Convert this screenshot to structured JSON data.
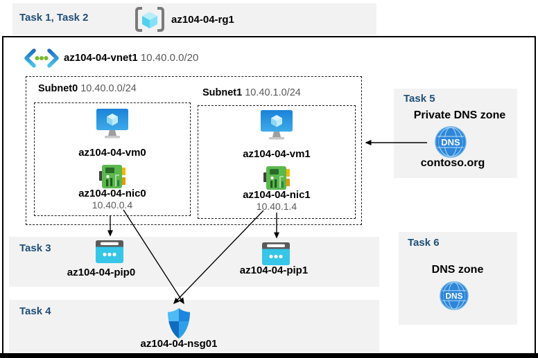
{
  "labels": {
    "task12": "Task 1, Task 2",
    "task3": "Task 3",
    "task4": "Task 4",
    "task5": "Task 5",
    "task6": "Task 6"
  },
  "resource_group": {
    "name": "az104-04-rg1"
  },
  "vnet": {
    "name": "az104-04-vnet1",
    "cidr": "10.40.0.0/20"
  },
  "subnets": [
    {
      "name": "Subnet0",
      "cidr": "10.40.0.0/24",
      "vm_name": "az104-04-vm0",
      "nic_name": "az104-04-nic0",
      "nic_ip": "10.40.0.4"
    },
    {
      "name": "Subnet1",
      "cidr": "10.40.1.0/24",
      "vm_name": "az104-04-vm1",
      "nic_name": "az104-04-nic1",
      "nic_ip": "10.40.1.4"
    }
  ],
  "public_ips": [
    {
      "name": "az104-04-pip0"
    },
    {
      "name": "az104-04-pip1"
    }
  ],
  "nsg": {
    "name": "az104-04-nsg01"
  },
  "private_dns_zone": {
    "title": "Private DNS zone",
    "name": "contoso.org",
    "icon_text": "DNS"
  },
  "dns_zone": {
    "title": "DNS zone",
    "icon_text": "DNS"
  },
  "colors": {
    "task_accent": "#1F4E79",
    "band_bg": "#F2F2F2",
    "muted_text": "#595959",
    "dns_blue": "#2E86D8",
    "pip_cyan": "#35C6E8",
    "nic_green": "#5CB84E"
  }
}
